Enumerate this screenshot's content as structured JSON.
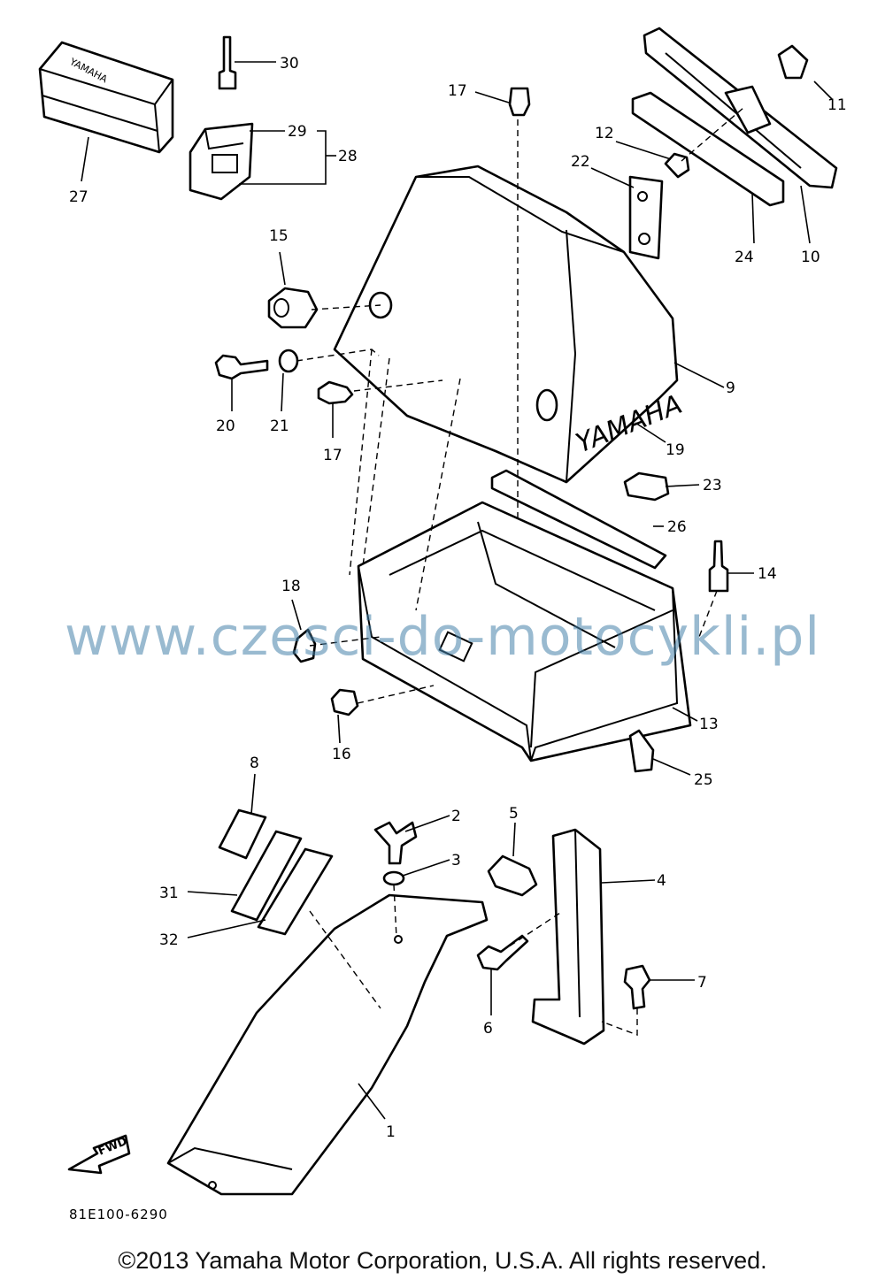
{
  "watermark": "www.czesci-do-motocykli.pl",
  "diagram_code": "81E100-6290",
  "copyright": "©2013 Yamaha Motor Corporation, U.S.A. All rights reserved.",
  "fwd_label": "FWD",
  "brand_text": "YAMAHA",
  "callouts": {
    "c1": "1",
    "c2": "2",
    "c3": "3",
    "c4": "4",
    "c5": "5",
    "c6": "6",
    "c7": "7",
    "c8": "8",
    "c9": "9",
    "c10": "10",
    "c11": "11",
    "c12": "12",
    "c13": "13",
    "c14": "14",
    "c15": "15",
    "c16": "16",
    "c17a": "17",
    "c17b": "17",
    "c18": "18",
    "c19": "19",
    "c20": "20",
    "c21": "21",
    "c22": "22",
    "c23": "23",
    "c24": "24",
    "c25": "25",
    "c26": "26",
    "c27": "27",
    "c28": "28",
    "c29": "29",
    "c30": "30",
    "c31": "31",
    "c32": "32"
  }
}
